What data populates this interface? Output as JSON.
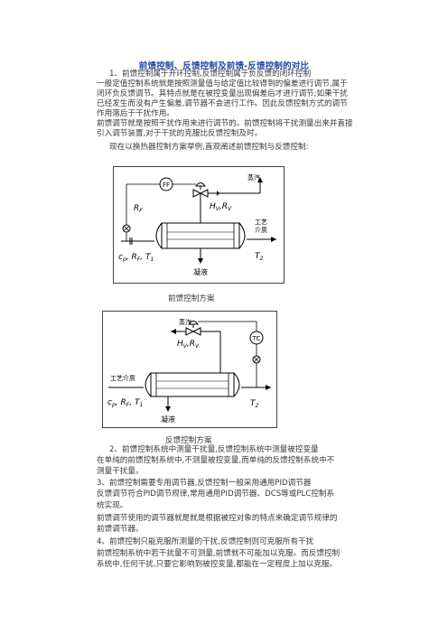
{
  "doc": {
    "title": "前馈控制、反馈控制及前馈-反馈控制的对比",
    "intro_lines": [
      "1、前馈控制属于开环控制,反馈控制属于负反馈的闭环控制",
      "一般定值控制系统就是按照测量值与给定值比较得到的偏差进行调节,属于",
      "闭环负反馈调节。其特点就是在被控变量出现偏差后才进行调节;如果干扰",
      "已经发生而没有产生偏差,调节器不会进行工作。因此反馈控制方式的调节",
      "作用落后于干扰作用。",
      "前馈调节就是按照干扰作用来进行调节的。前馈控制将干扰测量出来并直接",
      "引入调节装置,对于干扰的克服比反馈控制及时。",
      "现在以换热器控制方案举例,直观阐述前馈控制与反馈控制:"
    ],
    "caption1": "前馈控制方案",
    "caption2": "反馈控制方案",
    "body_lines": [
      "2、前馈控制系统中测量干扰量,反馈控制系统中测量被控变量",
      "在单纯的前馈控制系统中,不测量被控变量,而单纯的反馈控制系统中不",
      "测量干扰量。",
      "3、前馈控制需要专用调节器,反馈控制一般采用通用PID调节器",
      "反馈调节符合PID调节规律,常用通用PID调节器、DCS等或PLC控制系",
      "统实现。",
      "前馈调节使用的调节器就是就是根据被控对象的特点来确定调节规律的",
      "前馈调节器。",
      "4、前馈控制只能克服所测量的干扰,反馈控制则可克服所有干扰",
      "前馈控制系统中若干扰量不可测量,前馈就不可能加以克服。而反馈控制",
      "系统中,任何干扰,只要它影响到被控变量,都能在一定程度上加以克服。"
    ]
  },
  "figure1": {
    "controller": "FF",
    "steam": "蒸汽",
    "hv": "H",
    "hv_sub": "V",
    "rv": "R",
    "rv_sub": "V",
    "rf": "R",
    "rf_sub": "F",
    "process_medium_line1": "工艺",
    "process_medium_line2": "介质",
    "inlet_c": "c",
    "inlet_c_sub": "p",
    "inlet_r": "R",
    "inlet_r_sub": "F",
    "inlet_t": "T",
    "inlet_t_sub": "1",
    "outlet_t": "T",
    "outlet_t_sub": "2",
    "condensate": "凝液"
  },
  "figure2": {
    "controller": "TC",
    "steam": "蒸汽",
    "hv": "H",
    "hv_sub": "V",
    "rv": "R",
    "rv_sub": "V",
    "process_medium": "工艺介质",
    "inlet_c": "c",
    "inlet_c_sub": "p",
    "inlet_r": "R",
    "inlet_r_sub": "F",
    "inlet_t": "T",
    "inlet_t_sub": "1",
    "outlet_t": "T",
    "outlet_t_sub": "2",
    "condensate": "凝液"
  }
}
